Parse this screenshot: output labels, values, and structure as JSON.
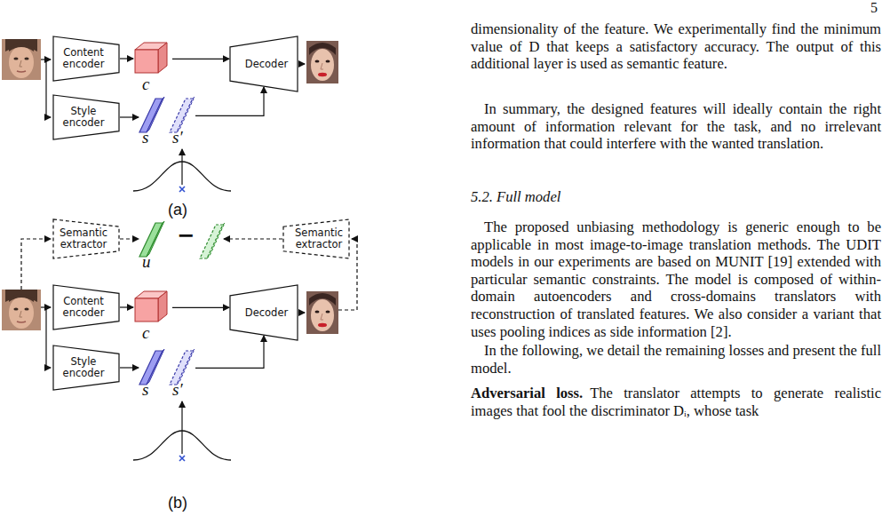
{
  "diagram": {
    "nodes": [
      {
        "text": [
          "Content encoder"
        ]
      },
      {
        "text": [
          "c"
        ]
      },
      {
        "text": [
          "Decoder"
        ]
      },
      {
        "text": [
          "Style encoder"
        ]
      },
      {
        "text": [
          "s"
        ]
      },
      {
        "text": [
          "s′"
        ]
      },
      {
        "text": [
          "Semantic extractor"
        ]
      },
      {
        "text": [
          "u"
        ]
      },
      {
        "text": [
          "Semantic extractor"
        ]
      },
      {
        "text": [
          "Content encoder"
        ]
      },
      {
        "text": [
          "c"
        ]
      },
      {
        "text": [
          "Decoder"
        ]
      },
      {
        "text": [
          "Style encoder"
        ]
      },
      {
        "text": [
          "s"
        ]
      },
      {
        "text": [
          "s′"
        ]
      }
    ],
    "edges": [
      {
        "from": 0,
        "to": 1,
        "arrow": "to"
      },
      {
        "from": 1,
        "to": 2,
        "arrow": "to"
      },
      {
        "from": 3,
        "to": 4,
        "arrow": "to"
      },
      {
        "from": 5,
        "to": 2,
        "arrow": "to"
      },
      {
        "from": 6,
        "to": 7,
        "arrow": "to"
      },
      {
        "from": 9,
        "to": 10,
        "arrow": "to"
      },
      {
        "from": 10,
        "to": 11,
        "arrow": "to"
      },
      {
        "from": 12,
        "to": 13,
        "arrow": "to"
      },
      {
        "from": 14,
        "to": 11,
        "arrow": "to"
      }
    ],
    "labels": [
      "5",
      "dimensionality of the feature. We experimentally find the minimum value of D that keeps a satisfactory accuracy. The output of this additional layer is used as semantic feature.",
      "In summary, the designed features will ideally contain the right amount of information relevant for the task, and no irrelevant information that could interfere with the wanted translation.",
      "5.2. Full model",
      "The proposed unbiasing methodology is generic enough to be applicable in most image-to-image translation methods. The UDIT models in our experiments are based on MUNIT [19] extended with particular semantic constraints. The model is composed of within-domain autoencoders and cross-domains translators with reconstruction of translated features. We also consider a variant that uses pooling indices as side information [2].",
      "In the following, we detail the remaining losses and present the full model.",
      "Adversarial loss.",
      "The translator attempts to generate realistic images that fool the discriminator Dᵢ, whose task",
      "(a)",
      "−",
      "(b)"
    ]
  }
}
